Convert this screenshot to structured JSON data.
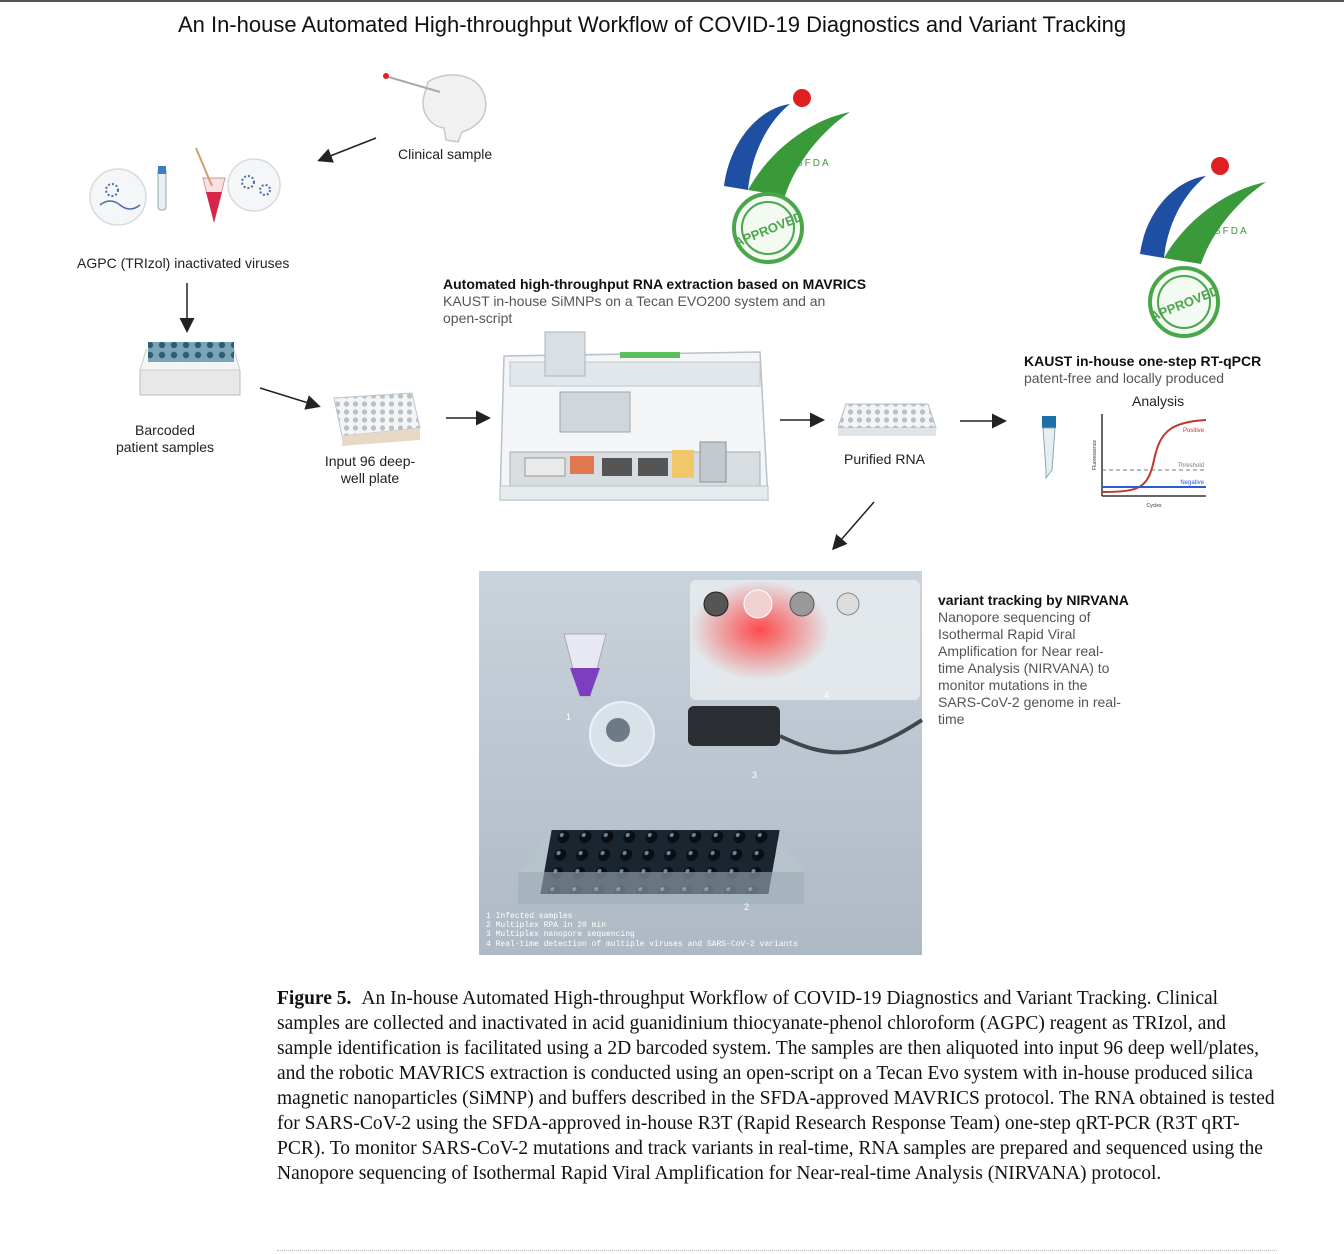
{
  "figure": {
    "title": "An In-house Automated High-throughput Workflow of COVID-19 Diagnostics and Variant Tracking",
    "clinical_sample": "Clinical sample",
    "agpc_label": "AGPC (TRIzol) inactivated viruses",
    "barcoded_label_1": "Barcoded",
    "barcoded_label_2": "patient samples",
    "input_plate_1": "Input 96 deep-",
    "input_plate_2": "well plate",
    "extraction_title": "Automated high-throughput RNA extraction based on MAVRICS",
    "extraction_sub_1": "KAUST in-house SiMNPs on a Tecan EVO200 system and an",
    "extraction_sub_2": "open-script",
    "purified_rna": "Purified  RNA",
    "rtqpcr_title": "KAUST in-house one-step RT-qPCR",
    "rtqpcr_sub": "patent-free and locally produced",
    "analysis": "Analysis",
    "sfda_logo_text": "SFDA",
    "approved_stamp_text": "APPROVED",
    "graph": {
      "positive": "Positive",
      "threshold": "Threshold",
      "negative": "Negative",
      "x_axis": "Cycles",
      "y_axis": "Fluorescence"
    },
    "nirvana_title": "variant tracking by NIRVANA",
    "nirvana_lines": [
      "Nanopore sequencing of",
      "Isothermal Rapid Viral",
      "Amplification for Near real-",
      "time Analysis (NIRVANA) to",
      "monitor mutations in the",
      "SARS-CoV-2 genome in real-",
      "time"
    ],
    "render_steps": [
      "1 Infected samples",
      "2 Multiplex RPA in 20 min",
      "3 Multiplex nanopore sequencing",
      "4 Real-time detection of multiple viruses and SARS-CoV-2 variants"
    ],
    "render_numbers": [
      "1",
      "2",
      "3",
      "4"
    ]
  },
  "caption": {
    "label": "Figure 5.",
    "text": "An In-house Automated High-throughput Workflow of COVID-19 Diagnostics and Variant Tracking. Clinical samples are collected and inactivated in acid guanidinium thiocyanate-phenol chloroform (AGPC) reagent as TRIzol, and sample identification is facilitated using a 2D barcoded system. The samples are then aliquoted into input 96 deep well/plates, and the robotic MAVRICS extraction is conducted using an open-script on a Tecan Evo system with in-house produced silica magnetic nanoparticles (SiMNP) and buffers described in the SFDA-approved MAVRICS protocol. The RNA obtained is tested for SARS-CoV-2 using the SFDA-approved in-house R3T (Rapid Research Response Team) one-step qRT-PCR (R3T qRT-PCR). To monitor SARS-CoV-2 mutations and track variants in real-time, RNA samples are prepared and sequenced using the Nanopore sequencing of Isothermal Rapid Viral Amplification for Near-real-time Analysis (NIRVANA) protocol."
  },
  "colors": {
    "sfda_blue": "#1f4fa3",
    "sfda_green": "#3a9a3a",
    "sfda_red": "#e02020",
    "stamp_green": "#4aa64a",
    "positive_curve": "#c0392b",
    "negative_curve": "#2a5bd7"
  }
}
